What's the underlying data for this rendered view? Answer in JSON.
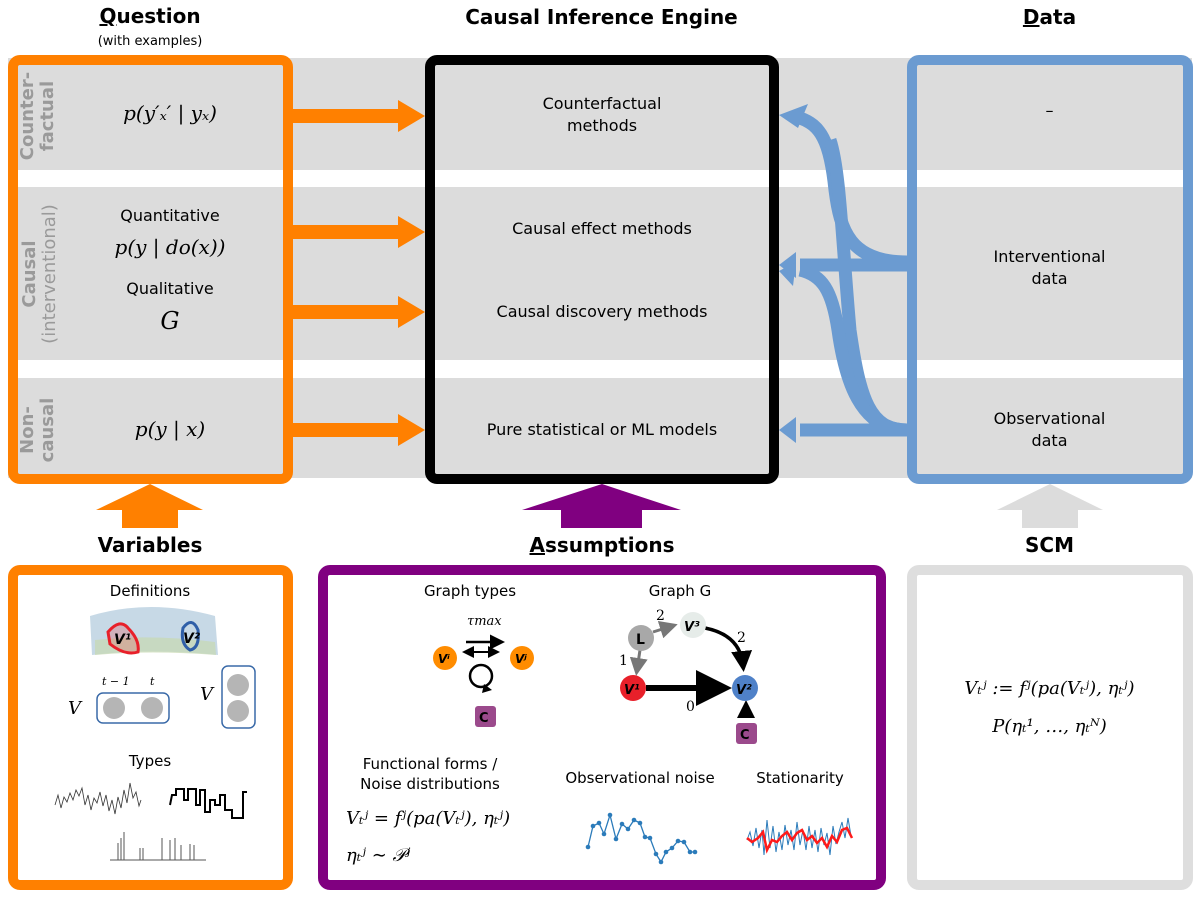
{
  "headers": {
    "question": {
      "first": "Q",
      "rest": "uestion",
      "subtitle": "(with examples)"
    },
    "engine": "Causal Inference Engine",
    "data": {
      "first": "D",
      "rest": "ata"
    },
    "variables": "Variables",
    "assumptions": {
      "first": "A",
      "rest": "ssumptions"
    },
    "scm": "SCM"
  },
  "rows": {
    "counterfactual": {
      "label": "Counter-\nfactual",
      "label_line1": "Counter-",
      "label_line2": "factual",
      "example": "p(y′ₓ′ | yₓ)",
      "method": [
        "Counterfactual",
        "methods"
      ],
      "data": "–"
    },
    "causal": {
      "label_line1": "Causal",
      "label_line2": "(interventional)",
      "quant_label": "Quantitative",
      "quant_example": "p(y | do(x))",
      "qual_label": "Qualitative",
      "qual_example": "G",
      "methods": [
        "Causal effect methods",
        "Causal discovery methods"
      ],
      "data": [
        "Interventional",
        "data"
      ]
    },
    "noncausal": {
      "label_line1": "Non-",
      "label_line2": "causal",
      "example": "p(y | x)",
      "method": "Pure statistical or ML models",
      "data": [
        "Observational",
        "data"
      ]
    }
  },
  "variables_panel": {
    "definitions": "Definitions",
    "v1": "V¹",
    "v2": "V²",
    "V": "V",
    "t_minus_1": "t − 1",
    "t": "t",
    "types": "Types"
  },
  "assumptions_panel": {
    "graph_types": "Graph types",
    "tau_max": "τmax",
    "vi": "Vⁱ",
    "vj": "Vʲ",
    "c": "C",
    "graph_g": "Graph G",
    "nodes": {
      "L": "L",
      "V1": "V¹",
      "V2": "V²",
      "V3": "V³",
      "C": "C"
    },
    "edge_labels": {
      "L_V3": "2",
      "L_V1": "1",
      "V3_V2": "2",
      "V1_V2": "0"
    },
    "functional_forms": [
      "Functional forms /",
      "Noise distributions"
    ],
    "eq1": "Vₜʲ = fʲ(pa(Vₜʲ), ηₜʲ)",
    "eq2": "ηₜʲ ∼ 𝒫ʲ",
    "observational_noise": "Observational noise",
    "stationarity": "Stationarity"
  },
  "scm_panel": {
    "eq1": "Vₜʲ := fʲ(pa(Vₜʲ), ηₜʲ)",
    "eq2": "P(ηₜ¹, …, ηₜᴺ)"
  },
  "colors": {
    "orange": "#ff8000",
    "black": "#000000",
    "blue": "#6b9bd1",
    "purple": "#800080",
    "gray_band": "#dcdcdc",
    "scm_gray": "#dedede",
    "node_orange": "#ff8c00",
    "node_red": "#e8202a",
    "node_blue": "#4f81c8",
    "node_gray": "#a8a8a8",
    "node_light": "#e6ece9",
    "node_c": "#9b4a8c"
  }
}
